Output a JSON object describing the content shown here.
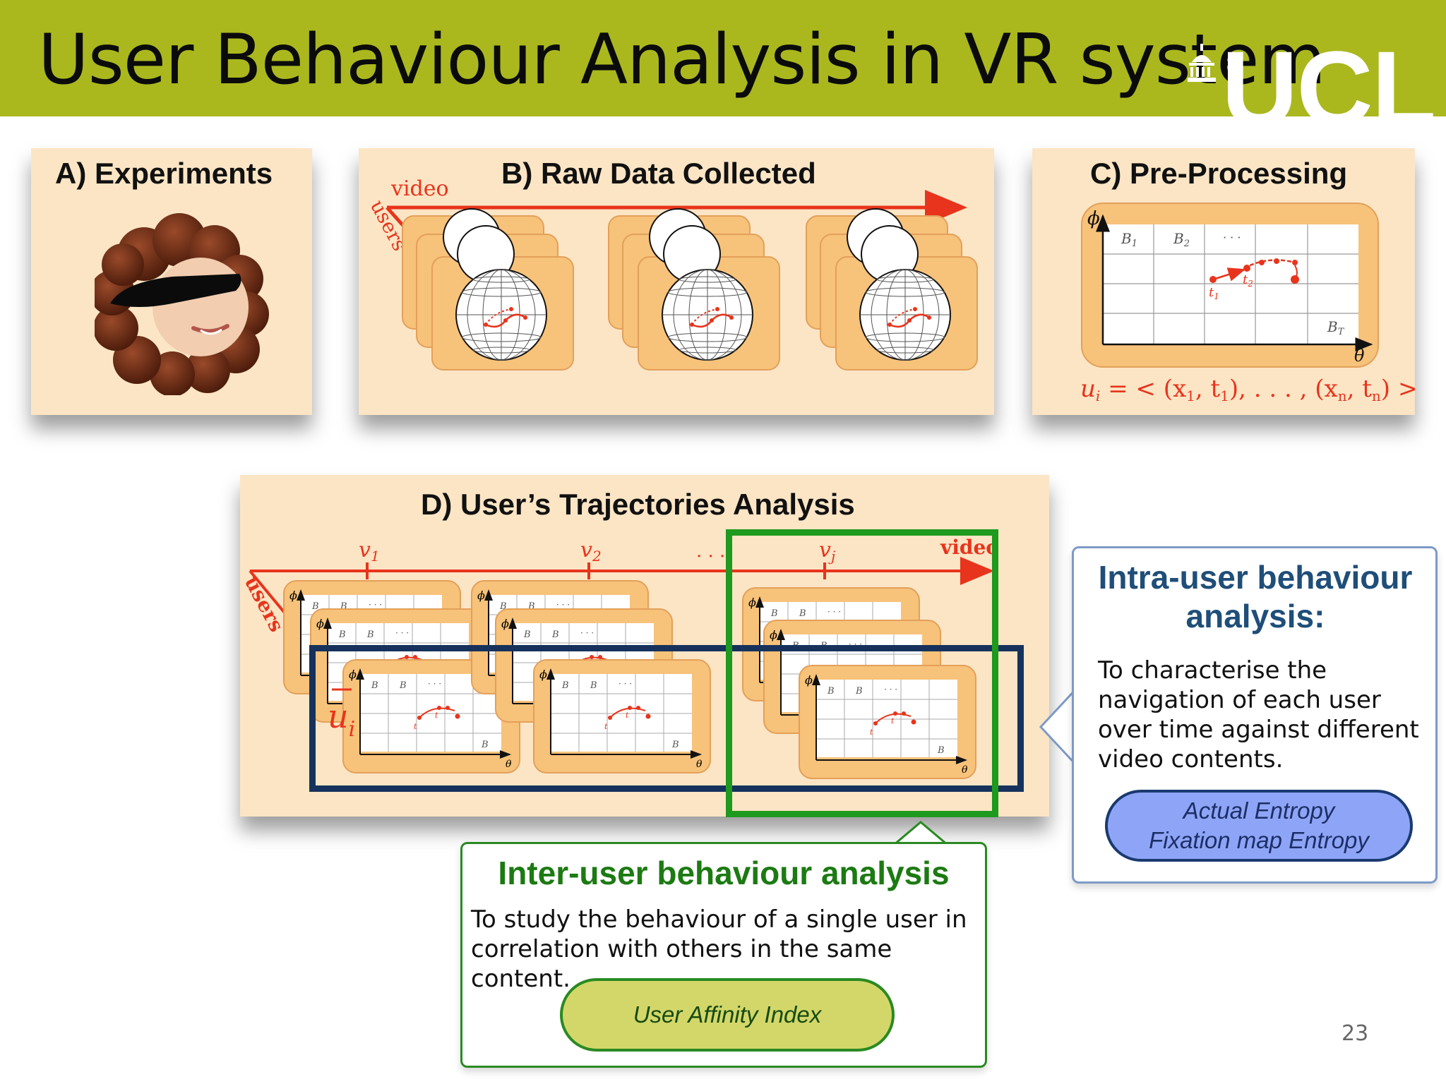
{
  "slide": {
    "title": "User Behaviour Analysis in VR system",
    "logo": "UCL",
    "page_number": "23"
  },
  "panels": {
    "experiments": {
      "title": "A)  Experiments"
    },
    "raw_data": {
      "title": "B)  Raw Data Collected",
      "video_label": "video",
      "users_label": "users"
    },
    "preprocessing": {
      "title": "C) Pre-Processing",
      "phi": "ϕ",
      "theta": "θ",
      "b1": "B",
      "b1_sub": "1",
      "b2": "B",
      "b2_sub": "2",
      "bt": "B",
      "bt_sub": "T",
      "dots": "· · ·",
      "t1": "t",
      "t1_sub": "1",
      "t2": "t",
      "t2_sub": "2",
      "formula_lhs": "u",
      "formula_lhs_sub": "i",
      "formula_rhs": " = < (x",
      "formula_parts": [
        "1",
        ", t",
        "1",
        "), . . . , (x",
        "n",
        ", t",
        "n",
        ") >"
      ]
    },
    "trajectories": {
      "title": "D) User’s Trajectories Analysis",
      "v1": "v",
      "v1_sub": "1",
      "v2": "v",
      "v2_sub": "2",
      "vj": "v",
      "vj_sub": "j",
      "ellipsis": ". . .",
      "video_label": "video",
      "users_label": "users",
      "ui": "u",
      "ui_sub": "i"
    }
  },
  "intra_callout": {
    "title": "Intra-user behaviour analysis:",
    "body": "To characterise the navigation of each user over time against different video contents.",
    "pill_line1": "Actual Entropy",
    "pill_line2": "Fixation map Entropy"
  },
  "inter_callout": {
    "title": "Inter-user behaviour analysis",
    "body": "To study the behaviour of a single user in correlation with others in the same content.",
    "pill": "User Affinity Index"
  },
  "colors": {
    "header": "#aab81e",
    "panel": "#fbe5c5",
    "frame": "#f7c27a",
    "red": "#e8341c",
    "green_box": "#1e9a1e",
    "navy_box": "#16325c",
    "intra_title": "#1f4e79",
    "inter_title": "#1c7a12",
    "pill_blue": "#8ea5f7",
    "pill_green": "#d3d76a"
  }
}
